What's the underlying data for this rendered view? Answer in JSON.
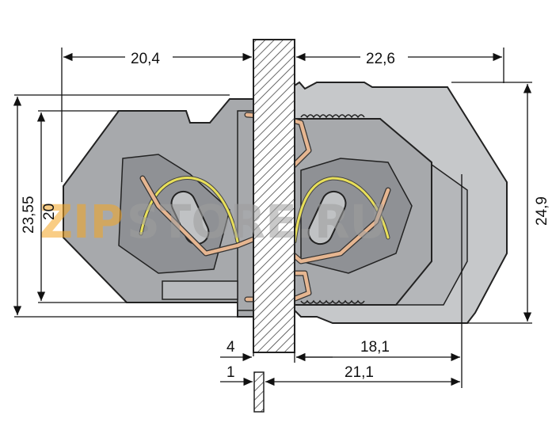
{
  "dimensions": {
    "top_left": "20,4",
    "top_right": "22,6",
    "left_outer": "23,55",
    "left_inner": "20",
    "right_height": "24,9",
    "wall_thickness": "4",
    "bottom_18": "18,1",
    "panel_thickness": "1",
    "bottom_21": "21,1"
  },
  "watermark": {
    "text_prefix": "ZIP",
    "text_main": "STORE.RU",
    "color_prefix": "#f5a623",
    "color_main": "#9e9e9e"
  },
  "colors": {
    "housing": "#a7a9ac",
    "housing_dark": "#7c7e82",
    "housing_light": "#c6c8ca",
    "spring": "#e6b691",
    "clamp_wire": "#e8df5a",
    "wall_hatch": "#555555"
  }
}
